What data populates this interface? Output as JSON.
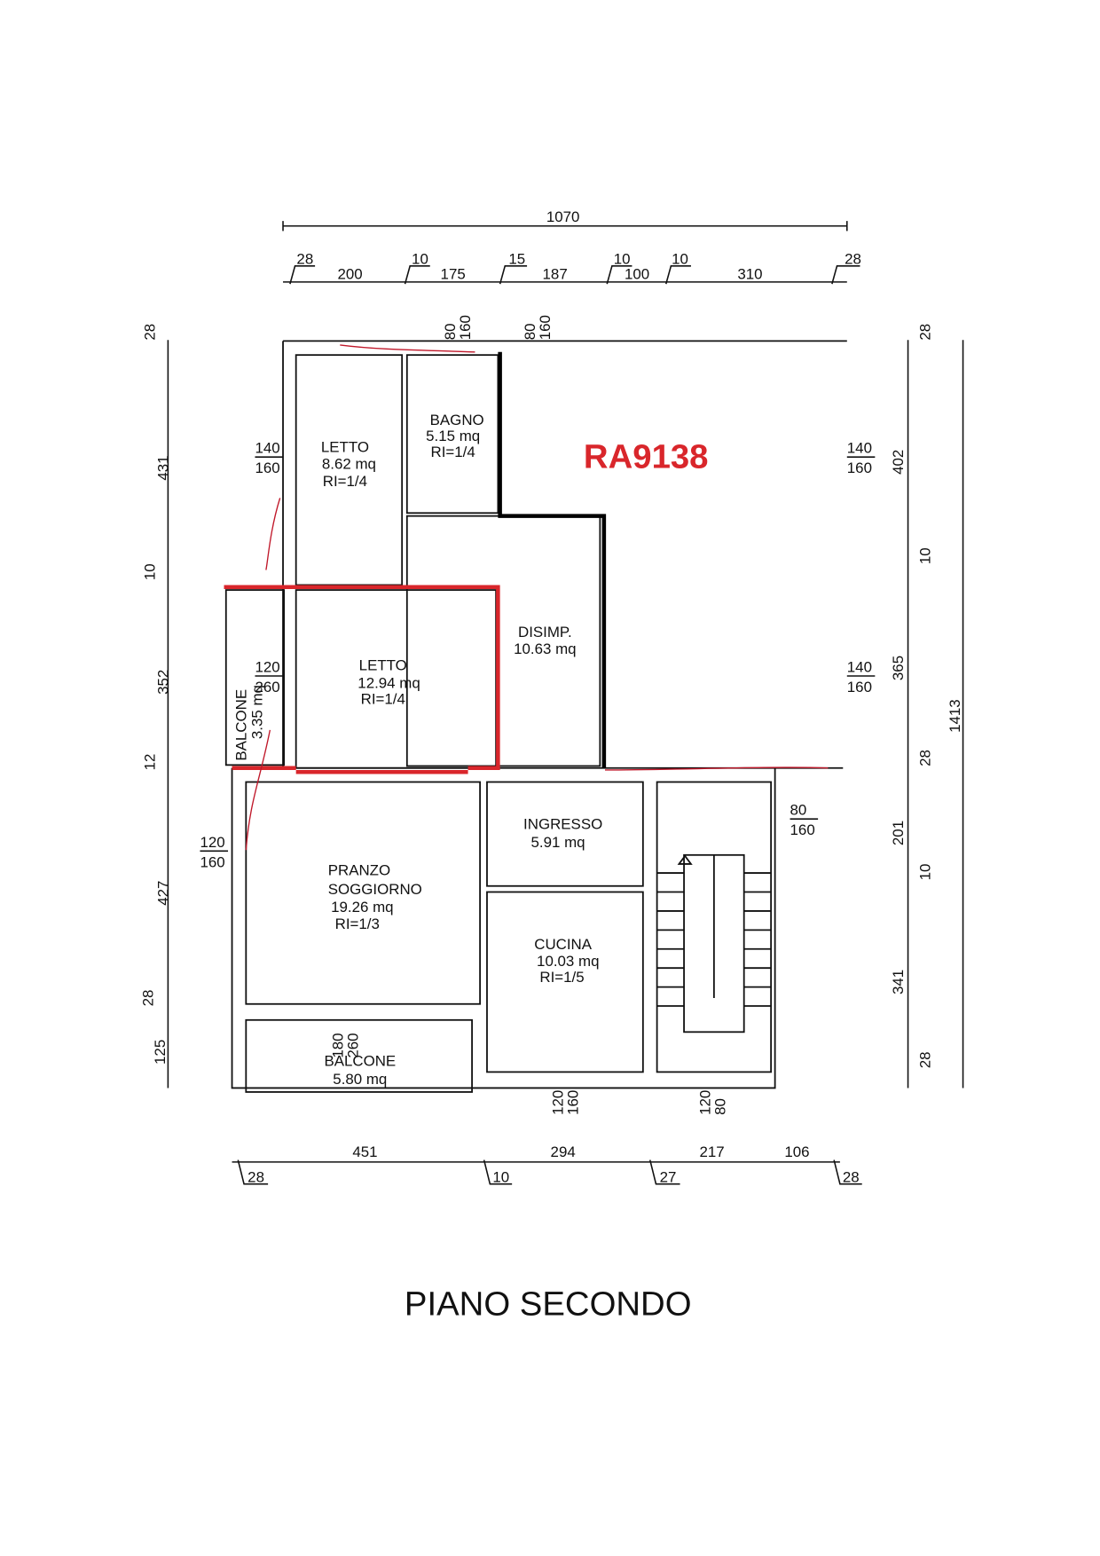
{
  "code": "RA9138",
  "title": "PIANO SECONDO",
  "colors": {
    "accent": "#d9262b",
    "lines": "#111111"
  },
  "dims_top": {
    "total": "1070",
    "segments": [
      "28",
      "200",
      "10",
      "175",
      "15",
      "187",
      "10",
      "100",
      "10",
      "310",
      "28"
    ]
  },
  "dims_left": [
    "28",
    "431",
    "10",
    "352",
    "12",
    "427",
    "28",
    "125"
  ],
  "dims_right": [
    "28",
    "402",
    "10",
    "365",
    "28",
    "201",
    "10",
    "341",
    "28"
  ],
  "dims_right_total": "1413",
  "dims_bottom": [
    "451",
    "294",
    "217",
    "106",
    "28",
    "10",
    "27",
    "28"
  ],
  "openings": [
    {
      "w": "80",
      "h": "160"
    },
    {
      "w": "80",
      "h": "160"
    },
    {
      "w": "140",
      "h": "160"
    },
    {
      "w": "120",
      "h": "260"
    },
    {
      "w": "140",
      "h": "160"
    },
    {
      "w": "140",
      "h": "160"
    },
    {
      "w": "120",
      "h": "160"
    },
    {
      "w": "80",
      "h": "160"
    },
    {
      "w": "180",
      "h": "260"
    },
    {
      "w": "120",
      "h": "160"
    },
    {
      "w": "120",
      "h": "80"
    }
  ],
  "rooms": {
    "letto1": {
      "name": "LETTO",
      "area": "8.62  mq",
      "ri": "RI=1/4"
    },
    "bagno": {
      "name": "BAGNO",
      "area": "5.15  mq",
      "ri": "RI=1/4"
    },
    "disimp": {
      "name": "DISIMP.",
      "area": "10.63  mq"
    },
    "letto2": {
      "name": "LETTO",
      "area": "12.94  mq",
      "ri": "RI=1/4"
    },
    "balcone1": {
      "name": "BALCONE",
      "area": "3.35  mq"
    },
    "ingresso": {
      "name": "INGRESSO",
      "area": "5.91  mq"
    },
    "pranzo": {
      "name": "PRANZO",
      "name2": "SOGGIORNO",
      "area": "19.26  mq",
      "ri": "RI=1/3"
    },
    "cucina": {
      "name": "CUCINA",
      "area": "10.03  mq",
      "ri": "RI=1/5"
    },
    "balcone2": {
      "name": "BALCONE",
      "area": "5.80  mq"
    }
  }
}
